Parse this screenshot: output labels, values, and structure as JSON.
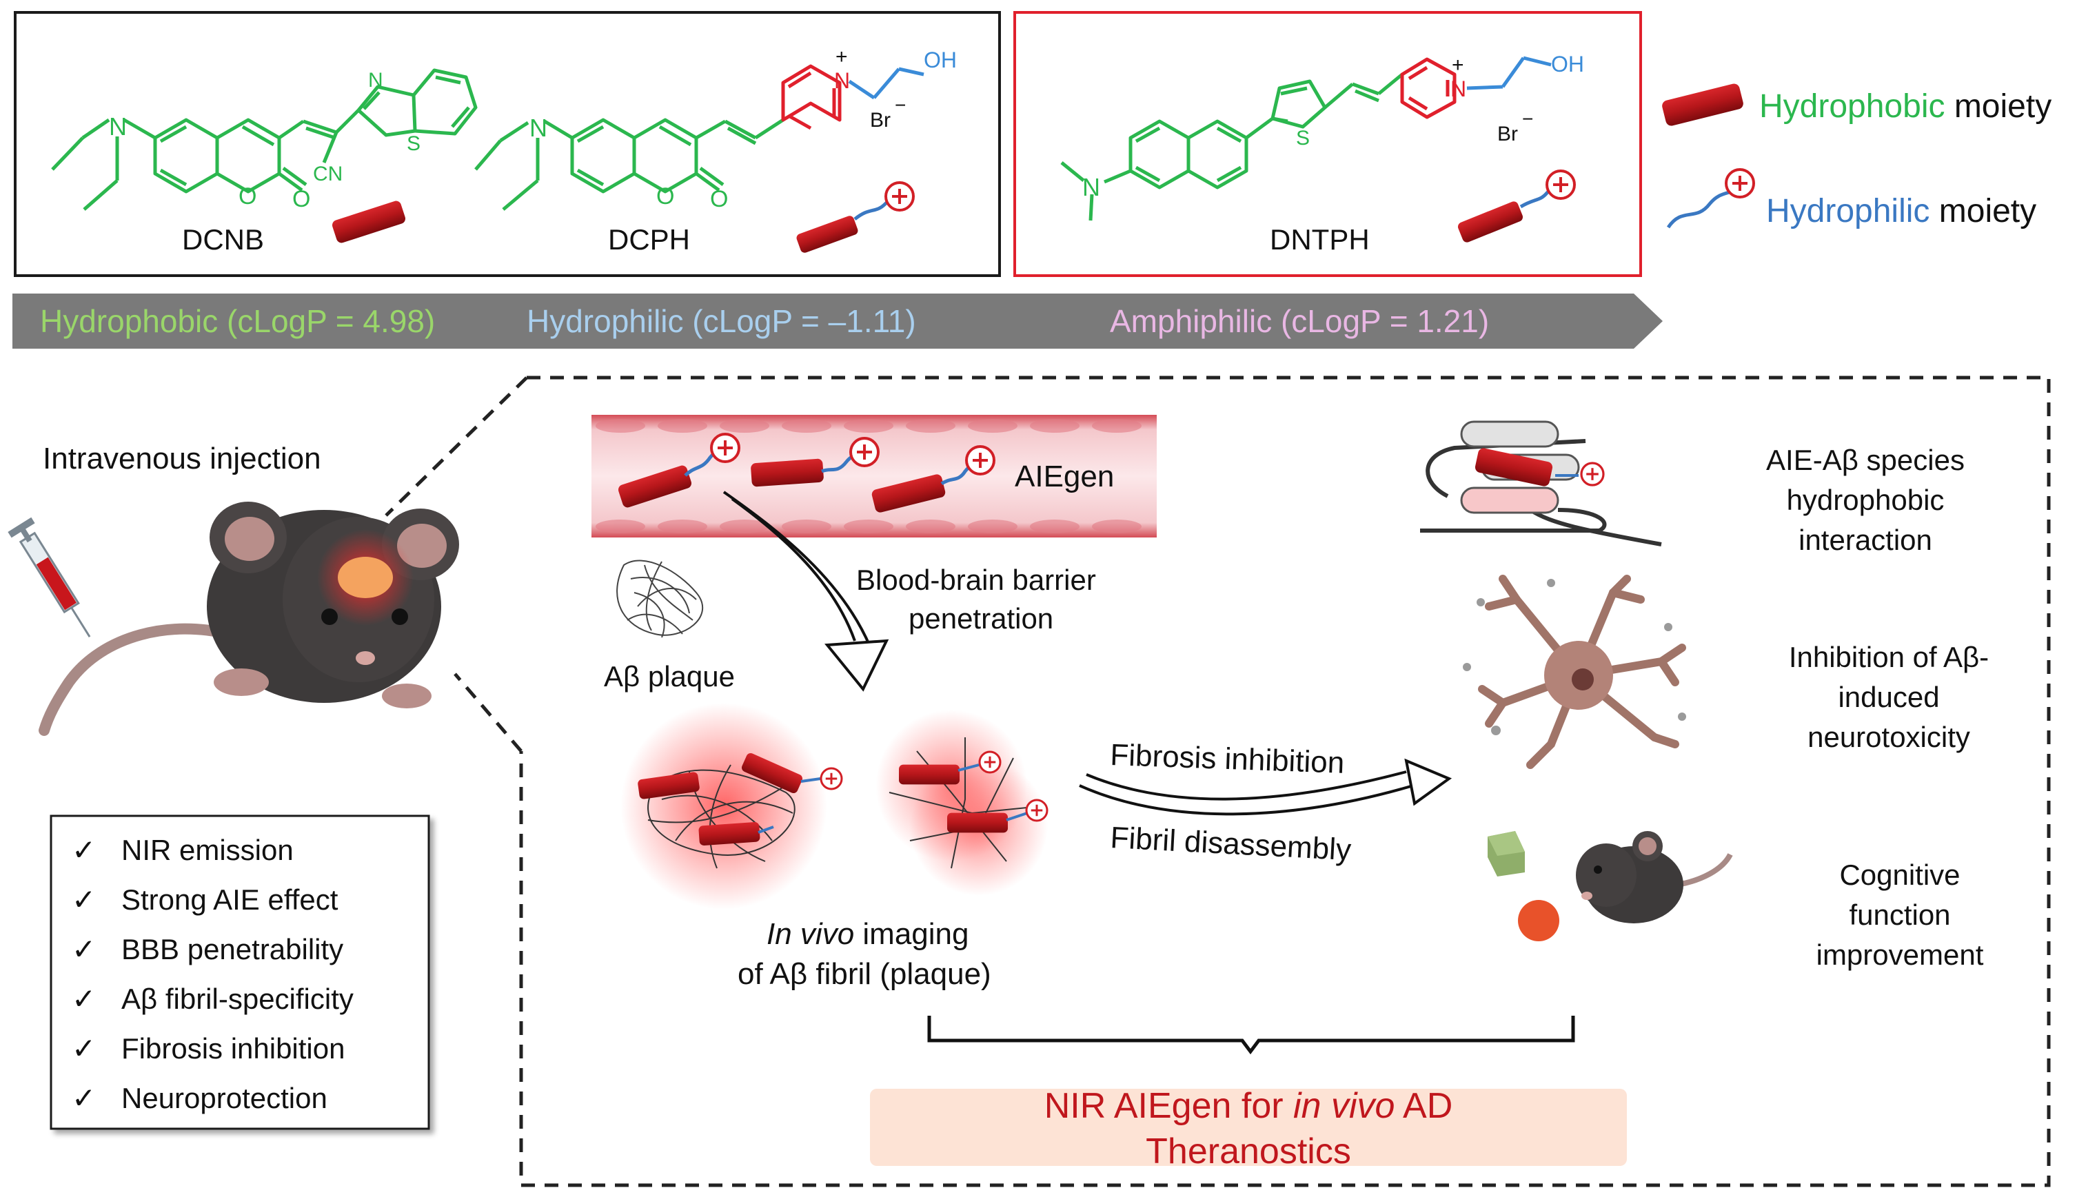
{
  "compounds": {
    "dcnb": {
      "name": "DCNB",
      "n_label": "N",
      "s_label": "S",
      "cn_label": "CN",
      "o_label": "O",
      "o2_label": "O",
      "bzt_n": "N",
      "bzt_s": "S"
    },
    "dcph": {
      "name": "DCPH",
      "n_label": "N",
      "o_label": "O",
      "o2_label": "O",
      "pyridinium_n": "N",
      "plus": "+",
      "oh": "OH",
      "br": "Br",
      "minus": "−"
    },
    "dntph": {
      "name": "DNTPH",
      "n_label": "N",
      "s_label": "S",
      "pyridinium_n": "N",
      "plus": "+",
      "oh": "OH",
      "br": "Br",
      "minus": "−"
    }
  },
  "legend": {
    "hydrophobic_word": "Hydrophobic",
    "hydrophilic_word": "Hydrophilic",
    "moiety": " moiety",
    "hydrophobic_color": "#2bb74e",
    "hydrophilic_color": "#3a78c2"
  },
  "arrow_bar": {
    "hydrophobic": "Hydrophobic (cLogP = 4.98)",
    "hydrophilic": "Hydrophilic (cLogP = –1.11)",
    "amphiphilic": "Amphiphilic (cLogP = 1.21)",
    "colors": {
      "bar": "#7a7a7a",
      "hydrophobic": "#9ad66a",
      "hydrophilic": "#a9cfee",
      "amphiphilic": "#e9b7e4"
    }
  },
  "left_panel": {
    "injection": "Intravenous injection",
    "checklist": [
      "NIR emission",
      "Strong AIE effect",
      "BBB penetrability",
      "Aβ fibril-specificity",
      "Fibrosis inhibition",
      "Neuroprotection"
    ],
    "check_mark": "✓"
  },
  "middle_panel": {
    "aiegen": "AIEgen",
    "bbb_line1": "Blood-brain barrier",
    "bbb_line2": "penetration",
    "plaque": "Aβ plaque",
    "imaging_italic": "In vivo",
    "imaging_rest": " imaging",
    "imaging_line2": "of Aβ fibril (plaque)",
    "fibrosis": "Fibrosis inhibition",
    "disassembly": "Fibril disassembly"
  },
  "right_panel": {
    "species": [
      "AIE-Aβ species",
      "hydrophobic",
      "interaction"
    ],
    "inhibition": [
      "Inhibition of Aβ-",
      "induced",
      "neurotoxicity"
    ],
    "cognitive": [
      "Cognitive",
      "function",
      "improvement"
    ]
  },
  "banner": {
    "line1_a": "NIR AIEgen for ",
    "line1_italic": "in vivo",
    "line1_b": " AD",
    "line2": "Theranostics",
    "color": "#c0171d",
    "bg": "#fde3d5"
  },
  "colors": {
    "structure_green": "#2bb74e",
    "structure_blue": "#3a8bd8",
    "structure_red": "#e0202c",
    "rod": "#b5161a",
    "mouse": "#3d3a3a"
  }
}
